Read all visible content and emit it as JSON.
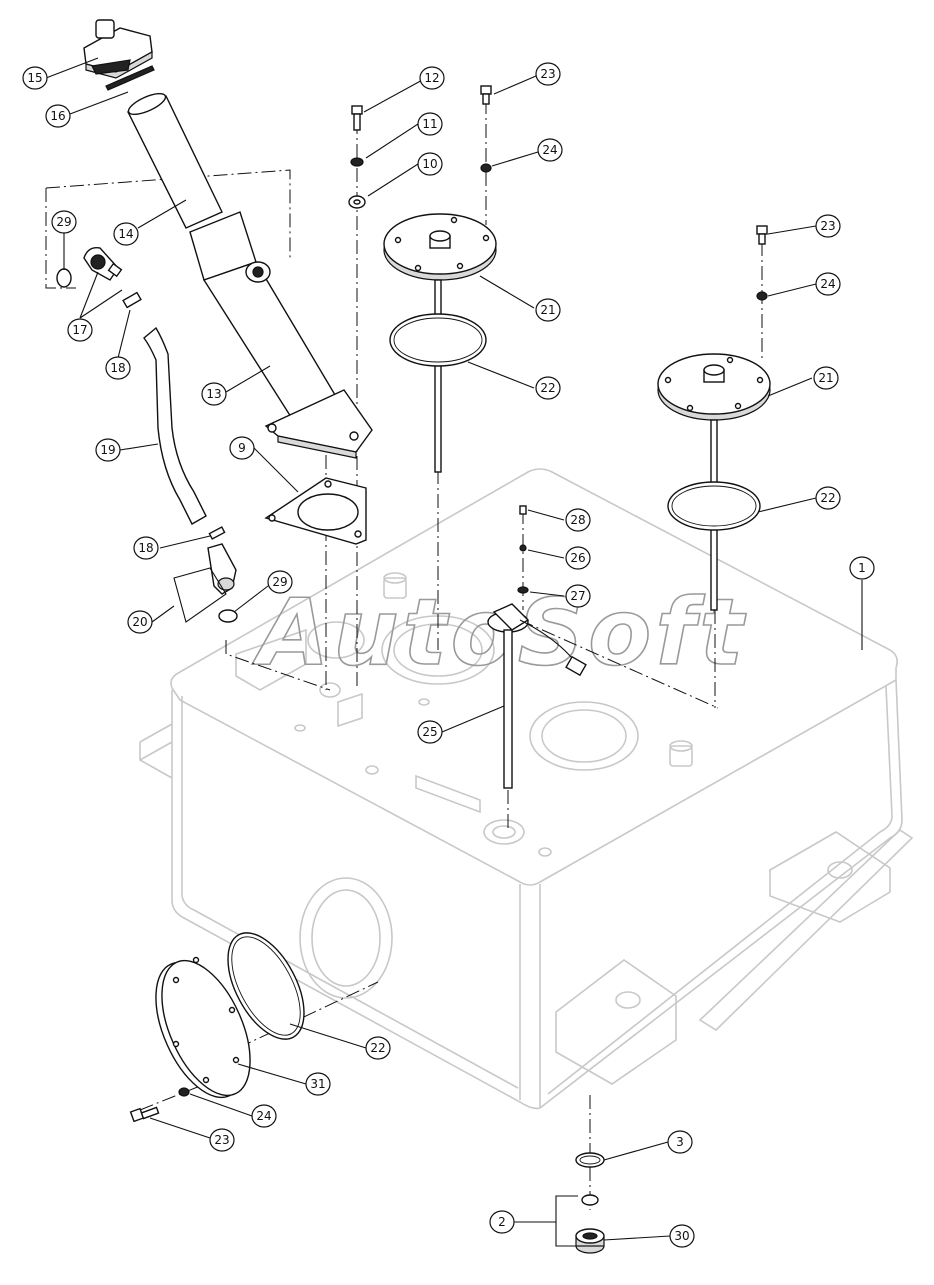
{
  "watermark": "AutoSoft",
  "callouts": [
    {
      "id": "c15",
      "label": "15"
    },
    {
      "id": "c16",
      "label": "16"
    },
    {
      "id": "c14",
      "label": "14"
    },
    {
      "id": "c29a",
      "label": "29"
    },
    {
      "id": "c17",
      "label": "17"
    },
    {
      "id": "c18a",
      "label": "18"
    },
    {
      "id": "c19",
      "label": "19"
    },
    {
      "id": "c13",
      "label": "13"
    },
    {
      "id": "c12",
      "label": "12"
    },
    {
      "id": "c11",
      "label": "11"
    },
    {
      "id": "c10",
      "label": "10"
    },
    {
      "id": "c9",
      "label": "9"
    },
    {
      "id": "c18b",
      "label": "18"
    },
    {
      "id": "c20",
      "label": "20"
    },
    {
      "id": "c29b",
      "label": "29"
    },
    {
      "id": "c23a",
      "label": "23"
    },
    {
      "id": "c24a",
      "label": "24"
    },
    {
      "id": "c21a",
      "label": "21"
    },
    {
      "id": "c22a",
      "label": "22"
    },
    {
      "id": "c23b",
      "label": "23"
    },
    {
      "id": "c24b",
      "label": "24"
    },
    {
      "id": "c21b",
      "label": "21"
    },
    {
      "id": "c22b",
      "label": "22"
    },
    {
      "id": "c1",
      "label": "1"
    },
    {
      "id": "c28",
      "label": "28"
    },
    {
      "id": "c26",
      "label": "26"
    },
    {
      "id": "c27",
      "label": "27"
    },
    {
      "id": "c25",
      "label": "25"
    },
    {
      "id": "c22c",
      "label": "22"
    },
    {
      "id": "c31",
      "label": "31"
    },
    {
      "id": "c24c",
      "label": "24"
    },
    {
      "id": "c23c",
      "label": "23"
    },
    {
      "id": "c3",
      "label": "3"
    },
    {
      "id": "c2",
      "label": "2"
    },
    {
      "id": "c30",
      "label": "30"
    }
  ]
}
